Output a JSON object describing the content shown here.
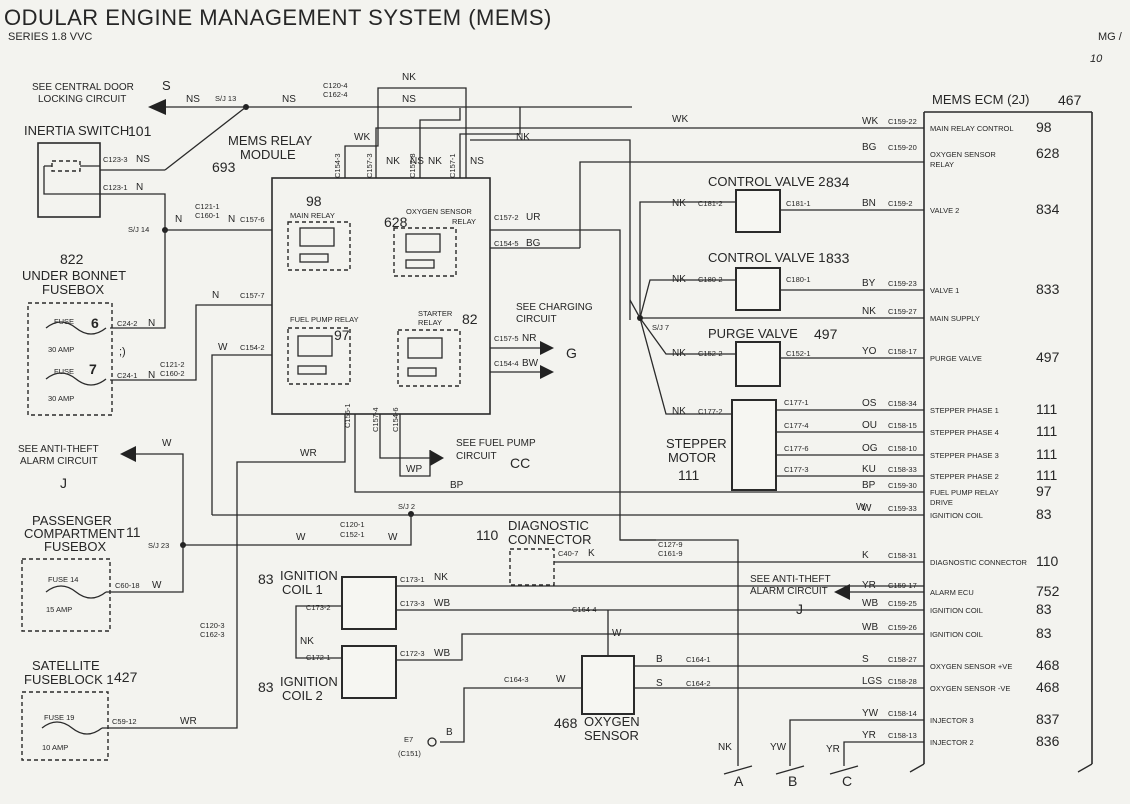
{
  "title": "ODULAR ENGINE MANAGEMENT SYSTEM (MEMS)",
  "subtitle": "SERIES 1.8 VVC",
  "page_ref": "MG /",
  "page_num": "10",
  "components": {
    "inertia_switch": {
      "label": "INERTIA SWITCH",
      "num": "101"
    },
    "relay_module": {
      "line1": "MEMS RELAY",
      "line2": "MODULE",
      "num": "693"
    },
    "main_relay": {
      "label": "MAIN RELAY",
      "num": "98"
    },
    "o2_relay": {
      "line1": "OXYGEN SENSOR",
      "line2": "RELAY",
      "num": "628"
    },
    "fuel_pump_relay": {
      "label": "FUEL PUMP RELAY",
      "num": "97"
    },
    "starter_relay": {
      "line1": "STARTER",
      "line2": "RELAY",
      "num": "82"
    },
    "under_bonnet_fusebox": {
      "num": "822",
      "line1": "UNDER BONNET",
      "line2": "FUSEBOX",
      "fuse6": "FUSE",
      "fuse6_num": "6",
      "fuse6_amp": "30 AMP",
      "fuse7": "FUSE",
      "fuse7_num": "7",
      "fuse7_amp": "30 AMP",
      "mark": ";)"
    },
    "passenger_fusebox": {
      "line1": "PASSENGER",
      "line2": "COMPARTMENT",
      "line3": "FUSEBOX",
      "num": "11",
      "fuse": "FUSE 14",
      "amp": "15 AMP"
    },
    "satellite_fuseblock": {
      "line1": "SATELLITE",
      "line2": "FUSEBLOCK 1",
      "num": "427",
      "fuse": "FUSE 19",
      "amp": "10 AMP"
    },
    "control_valve_2": {
      "label": "CONTROL VALVE 2",
      "num": "834"
    },
    "control_valve_1": {
      "label": "CONTROL VALVE 1",
      "num": "833"
    },
    "purge_valve": {
      "label": "PURGE VALVE",
      "num": "497"
    },
    "stepper_motor": {
      "line1": "STEPPER",
      "line2": "MOTOR",
      "num": "111"
    },
    "diagnostic_connector": {
      "num": "110",
      "line1": "DIAGNOSTIC",
      "line2": "CONNECTOR"
    },
    "ignition_coil_1": {
      "num": "83",
      "line1": "IGNITION",
      "line2": "COIL 1"
    },
    "ignition_coil_2": {
      "num": "83",
      "line1": "IGNITION",
      "line2": "COIL 2"
    },
    "oxygen_sensor": {
      "num": "468",
      "line1": "OXYGEN",
      "line2": "SENSOR"
    },
    "earth": {
      "label": "E7",
      "sub": "(C151)"
    },
    "ecm": {
      "label": "MEMS ECM (2J)",
      "num": "467"
    }
  },
  "refs": {
    "central_door": {
      "line1": "SEE CENTRAL DOOR",
      "line2": "LOCKING CIRCUIT",
      "letter": "S"
    },
    "charging": {
      "line1": "SEE CHARGING",
      "line2": "CIRCUIT",
      "letter": "G"
    },
    "anti_theft_left": {
      "line1": "SEE ANTI-THEFT",
      "line2": "ALARM CIRCUIT",
      "letter": "J"
    },
    "fuel_pump": {
      "line1": "SEE FUEL PUMP",
      "line2": "CIRCUIT",
      "letter": "CC"
    },
    "anti_theft_right": {
      "line1": "SEE ANTI-THEFT",
      "line2": "ALARM CIRCUIT",
      "letter": "J"
    }
  },
  "splices": {
    "sj13": "S/J 13",
    "sj14": "S/J 14",
    "sj7": "S/J 7",
    "sj2": "S/J 2",
    "sj23": "S/J 23"
  },
  "wires": {
    "ns_a": "NS",
    "ns_b": "NS",
    "ns_c": "NS",
    "ns_d": "NS",
    "ns_e": "NS",
    "ns_f": "NS",
    "nk_a": "NK",
    "nk_b": "NK",
    "nk_c": "NK",
    "nk_d": "NK",
    "nk_e": "NK",
    "wk_a": "WK",
    "wk_b": "WK",
    "n_a": "N",
    "n_b": "N",
    "n_c": "N",
    "n_d": "N",
    "n_e": "N",
    "n_f": "N",
    "w_a": "W",
    "w_b": "W",
    "w_c": "W",
    "w_d": "W",
    "w_e": "W",
    "ur": "UR",
    "bg": "BG",
    "nr": "NR",
    "bw": "BW",
    "wr_a": "WR",
    "wr_b": "WR",
    "wp": "WP",
    "bp": "BP",
    "k": "K",
    "wb_a": "WB",
    "wb_b": "WB",
    "b": "B",
    "s": "S",
    "e_b": "B"
  },
  "connectors": {
    "c1204": "C120-4",
    "c1624": "C162-4",
    "c1233": "C123-3",
    "c1231": "C123-1",
    "c1211": "C121-1",
    "c1601": "C160-1",
    "c1576": "C157-6",
    "c1577": "C157-7",
    "c1542": "C154-2",
    "c1212": "C121-2",
    "c1602": "C160-2",
    "c242": "C24-2",
    "c241": "C24-1",
    "c1543": "C154-3",
    "c1573": "C157-3",
    "c1578": "C157-8",
    "c1571": "C157-1",
    "c1572": "C157-2",
    "c1545": "C154-5",
    "c1575": "C157-5",
    "c1544": "C154-4",
    "c1561": "C156-1",
    "c1574": "C157-4",
    "c1546": "C154-6",
    "c1201": "C120-1",
    "c1521": "C152-1",
    "c6018": "C60-18",
    "c1203": "C120-3",
    "c1623": "C162-3",
    "c5912": "C59-12",
    "c1812": "C181-2",
    "c1811": "C181-1",
    "c1802": "C180-2",
    "c1801": "C180-1",
    "c1522": "C152-2",
    "c1521b": "C152-1",
    "c1772": "C177-2",
    "c1771": "C177-1",
    "c1774": "C177-4",
    "c1776": "C177-6",
    "c1773": "C177-3",
    "c1279": "C127-9",
    "c1619": "C161-9",
    "c407": "C40-7",
    "c1731": "C173-1",
    "c1732": "C173-2",
    "c1733": "C173-3",
    "c1721": "C172-1",
    "c1723": "C172-3",
    "c1644": "C164-4",
    "c1643": "C164-3",
    "c1641": "C164-1",
    "c1642": "C164-2"
  },
  "ecm_pins": [
    {
      "wire": "WK",
      "conn": "C159-22",
      "label": "MAIN RELAY CONTROL",
      "num": "98"
    },
    {
      "wire": "BG",
      "conn": "C159-20",
      "label": "OXYGEN SENSOR",
      "label2": "RELAY",
      "num": "628"
    },
    {
      "wire": "BN",
      "conn": "C159-2",
      "label": "VALVE 2",
      "num": "834"
    },
    {
      "wire": "BY",
      "conn": "C159-23",
      "label": "VALVE 1",
      "num": "833"
    },
    {
      "wire": "NK",
      "conn": "C159-27",
      "label": "MAIN SUPPLY",
      "num": ""
    },
    {
      "wire": "YO",
      "conn": "C158-17",
      "label": "PURGE VALVE",
      "num": "497"
    },
    {
      "wire": "OS",
      "conn": "C158-34",
      "label": "STEPPER PHASE 1",
      "num": "111"
    },
    {
      "wire": "OU",
      "conn": "C158-15",
      "label": "STEPPER PHASE 4",
      "num": "111"
    },
    {
      "wire": "OG",
      "conn": "C158-10",
      "label": "STEPPER PHASE 3",
      "num": "111"
    },
    {
      "wire": "KU",
      "conn": "C158-33",
      "label": "STEPPER PHASE 2",
      "num": "111"
    },
    {
      "wire": "BP",
      "conn": "C159-30",
      "label": "FUEL PUMP RELAY",
      "label2": "DRIVE",
      "num": "97"
    },
    {
      "wire": "W",
      "conn": "C159-33",
      "label": "IGNITION COIL",
      "num": "83"
    },
    {
      "wire": "K",
      "conn": "C158-31",
      "label": "DIAGNOSTIC CONNECTOR",
      "num": "110"
    },
    {
      "wire": "YR",
      "conn": "C159-17",
      "label": "ALARM ECU",
      "num": "752"
    },
    {
      "wire": "WB",
      "conn": "C159-25",
      "label": "IGNITION COIL",
      "num": "83"
    },
    {
      "wire": "WB",
      "conn": "C159-26",
      "label": "IGNITION COIL",
      "num": "83"
    },
    {
      "wire": "S",
      "conn": "C158-27",
      "label": "OXYGEN SENSOR +VE",
      "num": "468"
    },
    {
      "wire": "LGS",
      "conn": "C158-28",
      "label": "OXYGEN SENSOR -VE",
      "num": "468"
    },
    {
      "wire": "YW",
      "conn": "C158-14",
      "label": "INJECTOR 3",
      "num": "837"
    },
    {
      "wire": "YR",
      "conn": "C158-13",
      "label": "INJECTOR 2",
      "num": "836"
    }
  ],
  "bottom": {
    "nk": "NK",
    "yw": "YW",
    "yr": "YR",
    "a": "A",
    "b": "B",
    "c": "C"
  }
}
